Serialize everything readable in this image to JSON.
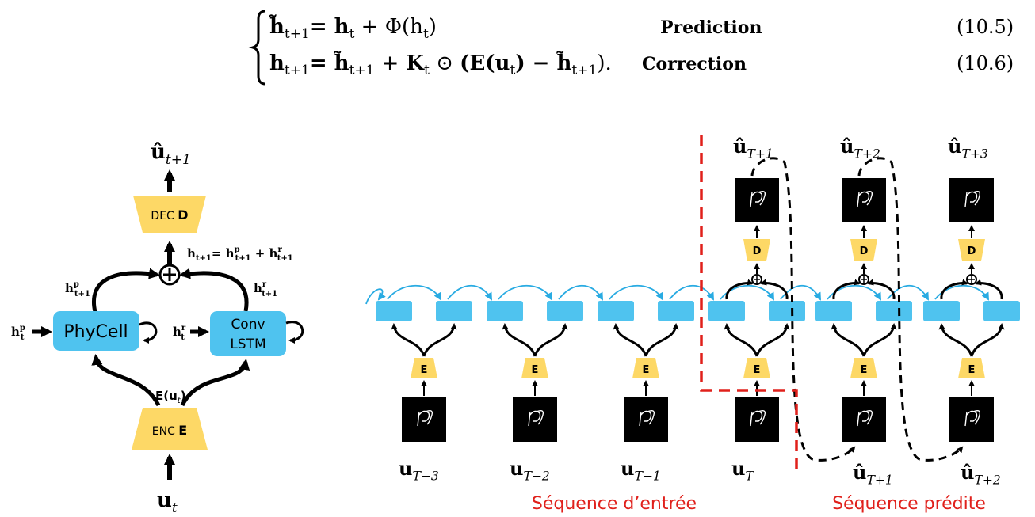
{
  "equations": [
    {
      "lhs": "h̃",
      "lhs_sub": "t+1",
      "rhs_parts": [
        "= h",
        "t",
        " + Φ(h",
        "t",
        ")"
      ],
      "name": "Prediction",
      "number": "(10.5)"
    },
    {
      "lhs": "h",
      "lhs_sub": "t+1",
      "rhs_parts": [
        "= h̃",
        "t+1",
        " + K",
        "t",
        " ⊙ ",
        "(E(u",
        "t",
        ") − h̃",
        "t+1",
        ")."
      ],
      "name": "Correction",
      "number": "(10.6)"
    }
  ],
  "cell": {
    "output": "û",
    "output_sub": "t+1",
    "decoder": "DEC",
    "decoder_bold": "D",
    "sum_eq_lhs": "h",
    "sum_eq_lhs_sub": "t+1",
    "sum_eq_rhs": "= h",
    "sum_eq_p_sup": "p",
    "sum_eq_p_sub": "t+1",
    "sum_eq_plus": " + h",
    "sum_eq_r_sup": "r",
    "sum_eq_r_sub": "t+1",
    "hp_out": "h",
    "hp_out_sup": "p",
    "hp_out_sub": "t+1",
    "hr_out": "h",
    "hr_out_sup": "r",
    "hr_out_sub": "t+1",
    "hp_in": "h",
    "hp_in_sup": "p",
    "hp_in_sub": "t",
    "hr_in": "h",
    "hr_in_sup": "r",
    "hr_in_sub": "t",
    "phycell": "PhyCell",
    "convlstm_line1": "Conv",
    "convlstm_line2": "LSTM",
    "enc_label": "E(u",
    "enc_label_sub": "t",
    "enc_label_end": ")",
    "encoder": "ENC",
    "encoder_bold": "E",
    "input": "u",
    "input_sub": "t"
  },
  "sequence": {
    "encoder_label": "E",
    "decoder_label": "D",
    "inputs": [
      {
        "base": "u",
        "sub": "T−3"
      },
      {
        "base": "u",
        "sub": "T−2"
      },
      {
        "base": "u",
        "sub": "T−1"
      },
      {
        "base": "u",
        "sub": "T"
      }
    ],
    "outputs": [
      {
        "base": "û",
        "sub": "T+1"
      },
      {
        "base": "û",
        "sub": "T+2"
      },
      {
        "base": "û",
        "sub": "T+3"
      }
    ],
    "fed_back": [
      {
        "base": "û",
        "sub": "T+1"
      },
      {
        "base": "û",
        "sub": "T+2"
      }
    ],
    "input_seq_label": "Séquence d’entrée",
    "pred_seq_label": "Séquence prédite"
  },
  "colors": {
    "cell_blue": "#4fc3ef",
    "arrow_blue": "#29abe2",
    "enc_yellow": "#fdd866",
    "red": "#e0201b",
    "black": "#000000"
  }
}
